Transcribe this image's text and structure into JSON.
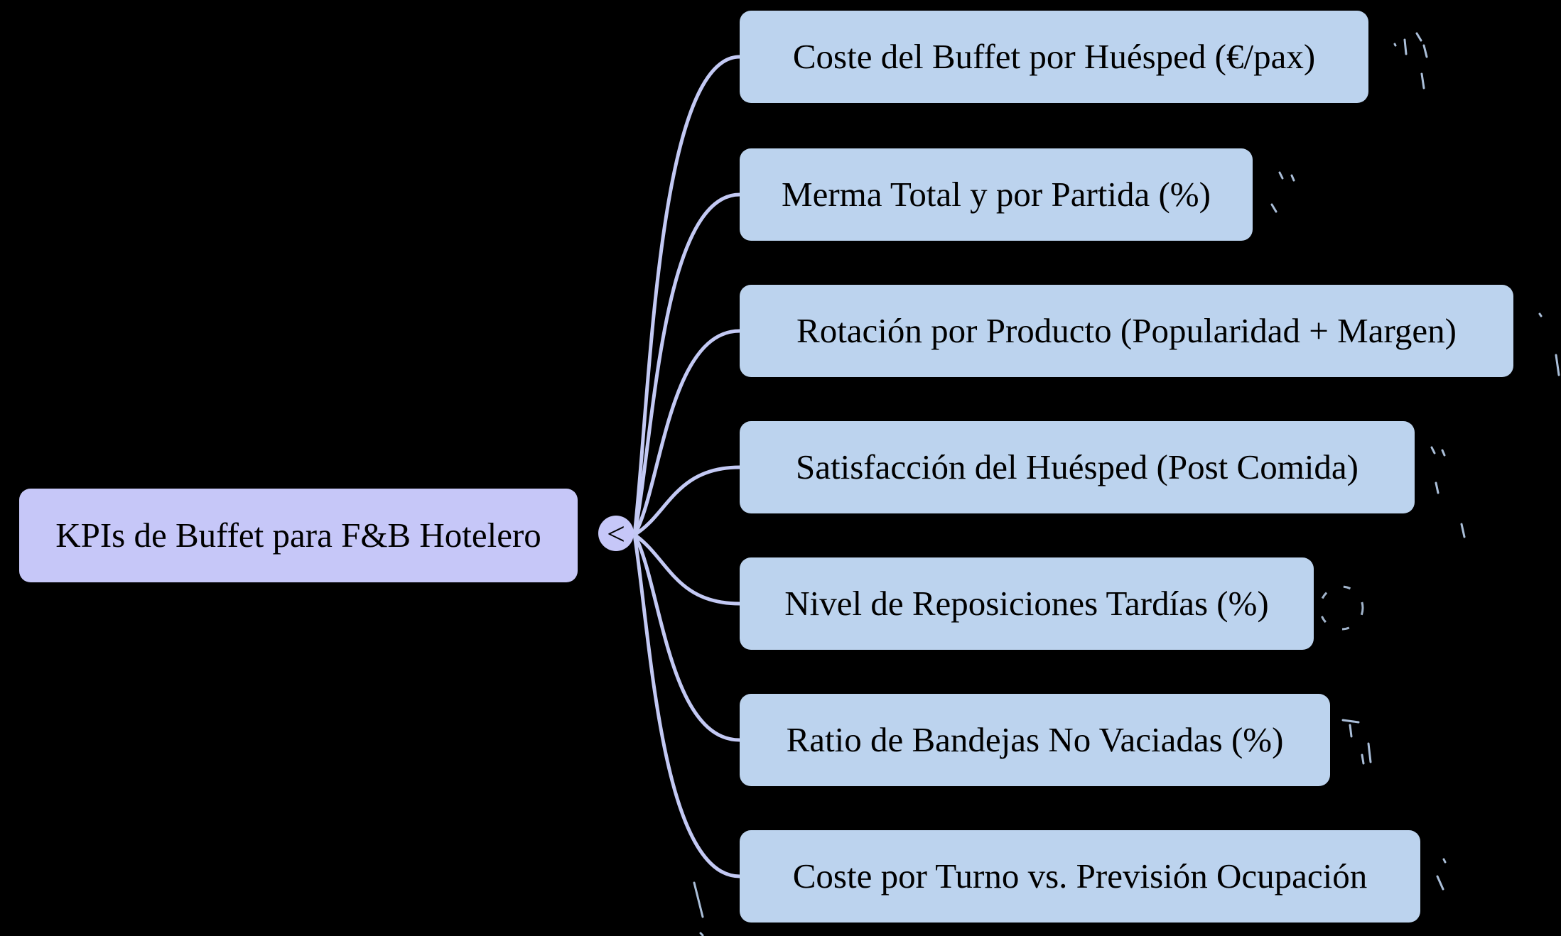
{
  "diagram": {
    "type": "mindmap",
    "colors": {
      "bg": "#000000",
      "root-fill": "#c6c7f8",
      "branch-fill": "#bcd3ee",
      "edge": "#c3c9f4",
      "text": "#000000",
      "speck": "#bdd3ef"
    },
    "root": {
      "label": "KPIs de Buffet para F&B Hotelero"
    },
    "junction": {
      "symbol": "<"
    },
    "branches": [
      {
        "label": "Coste del Buffet por Huésped (€/pax)"
      },
      {
        "label": "Merma Total y por Partida (%)"
      },
      {
        "label": "Rotación por Producto (Popularidad + Margen)"
      },
      {
        "label": "Satisfacción del Huésped (Post Comida)"
      },
      {
        "label": "Nivel de Reposiciones Tardías (%)"
      },
      {
        "label": "Ratio de Bandejas No Vaciadas (%)"
      },
      {
        "label": "Coste por Turno vs. Previsión Ocupación"
      }
    ]
  }
}
